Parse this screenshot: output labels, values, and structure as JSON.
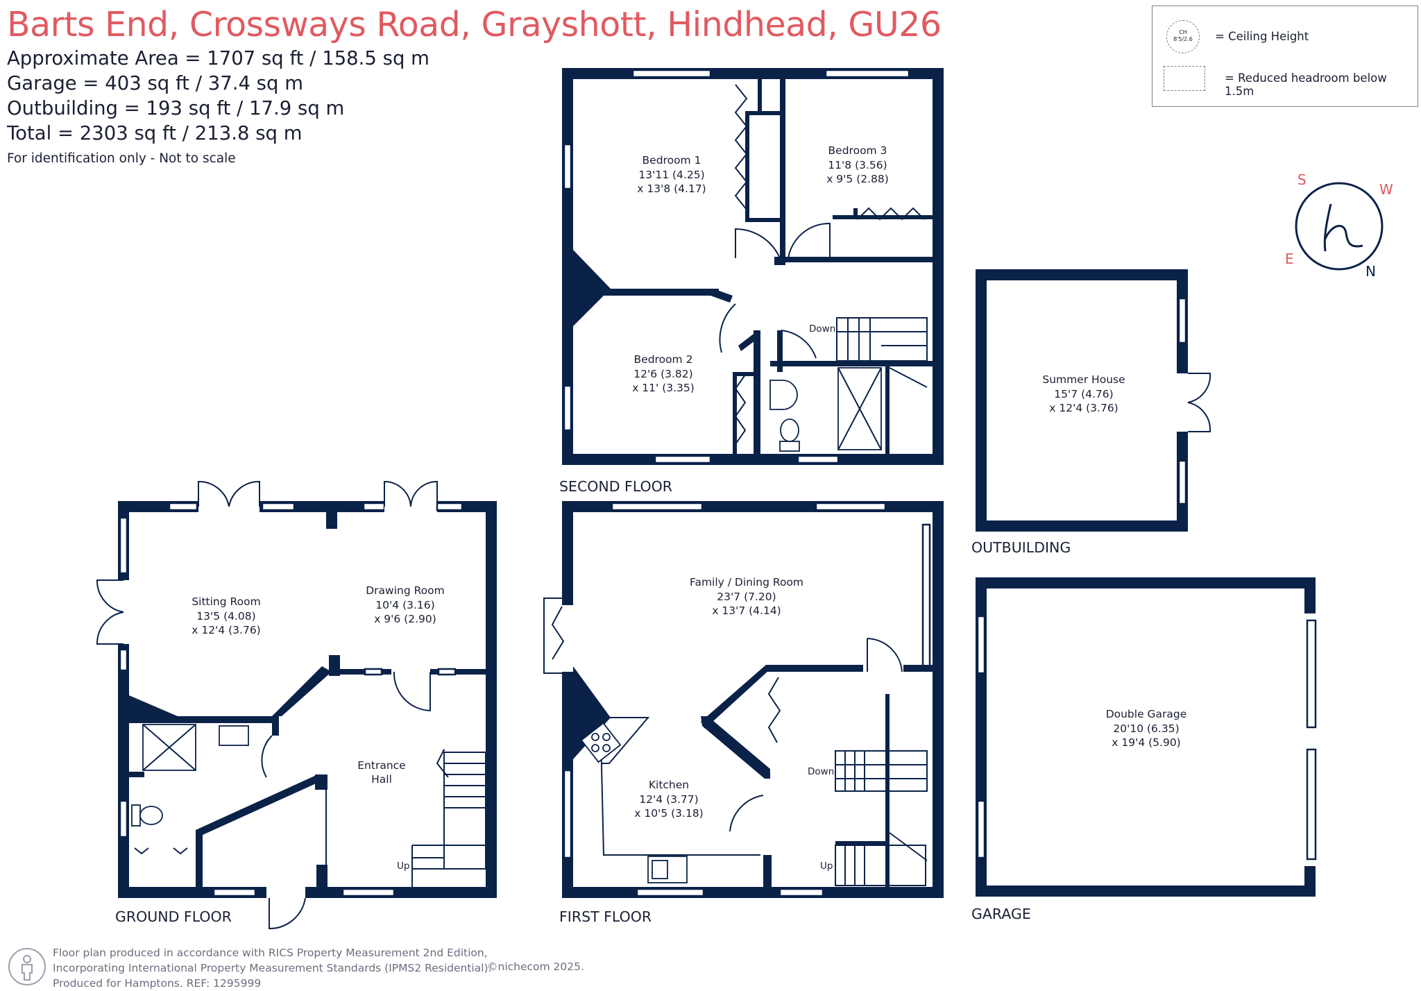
{
  "title": "Barts End, Crossways Road, Grayshott, Hindhead, GU26",
  "areas": [
    "Approximate Area = 1707 sq ft / 158.5 sq m",
    "Garage = 403 sq ft / 37.4 sq m",
    "Outbuilding = 193 sq ft / 17.9 sq m",
    "Total = 2303 sq ft / 213.8 sq m"
  ],
  "disclaimer": "For identification only - Not to scale",
  "legend": {
    "ch_symbol_top": "CH",
    "ch_symbol_bottom": "8'5/2.6",
    "ceiling_height": "= Ceiling Height",
    "reduced_headroom": "= Reduced headroom below 1.5m"
  },
  "compass": {
    "s": "S",
    "w": "W",
    "e": "E",
    "n": "N",
    "logo": "h"
  },
  "floors": {
    "ground": "GROUND FLOOR",
    "first": "FIRST FLOOR",
    "second": "SECOND FLOOR",
    "outbuilding": "OUTBUILDING",
    "garage": "GARAGE"
  },
  "rooms": {
    "bedroom1": [
      "Bedroom 1",
      "13'11 (4.25)",
      "x 13'8 (4.17)"
    ],
    "bedroom3": [
      "Bedroom 3",
      "11'8 (3.56)",
      "x 9'5 (2.88)"
    ],
    "bedroom2": [
      "Bedroom 2",
      "12'6 (3.82)",
      "x 11' (3.35)"
    ],
    "summer_house": [
      "Summer House",
      "15'7 (4.76)",
      "x 12'4 (3.76)"
    ],
    "family_dining": [
      "Family / Dining Room",
      "23'7 (7.20)",
      "x 13'7 (4.14)"
    ],
    "kitchen": [
      "Kitchen",
      "12'4 (3.77)",
      "x 10'5 (3.18)"
    ],
    "double_garage": [
      "Double Garage",
      "20'10 (6.35)",
      "x 19'4 (5.90)"
    ],
    "sitting_room": [
      "Sitting Room",
      "13'5 (4.08)",
      "x 12'4 (3.76)"
    ],
    "drawing_room": [
      "Drawing Room",
      "10'4 (3.16)",
      "x 9'6 (2.90)"
    ],
    "entrance_hall": [
      "Entrance",
      "Hall"
    ]
  },
  "stairs": {
    "down": "Down",
    "up": "Up"
  },
  "footer": {
    "line1": "Floor plan produced in accordance with RICS Property Measurement 2nd Edition,",
    "line2": "Incorporating International Property Measurement Standards (IPMS2 Residential).",
    "line3": "Produced for Hamptons.  REF: 1295999",
    "copyright": "©nichecom 2025."
  }
}
